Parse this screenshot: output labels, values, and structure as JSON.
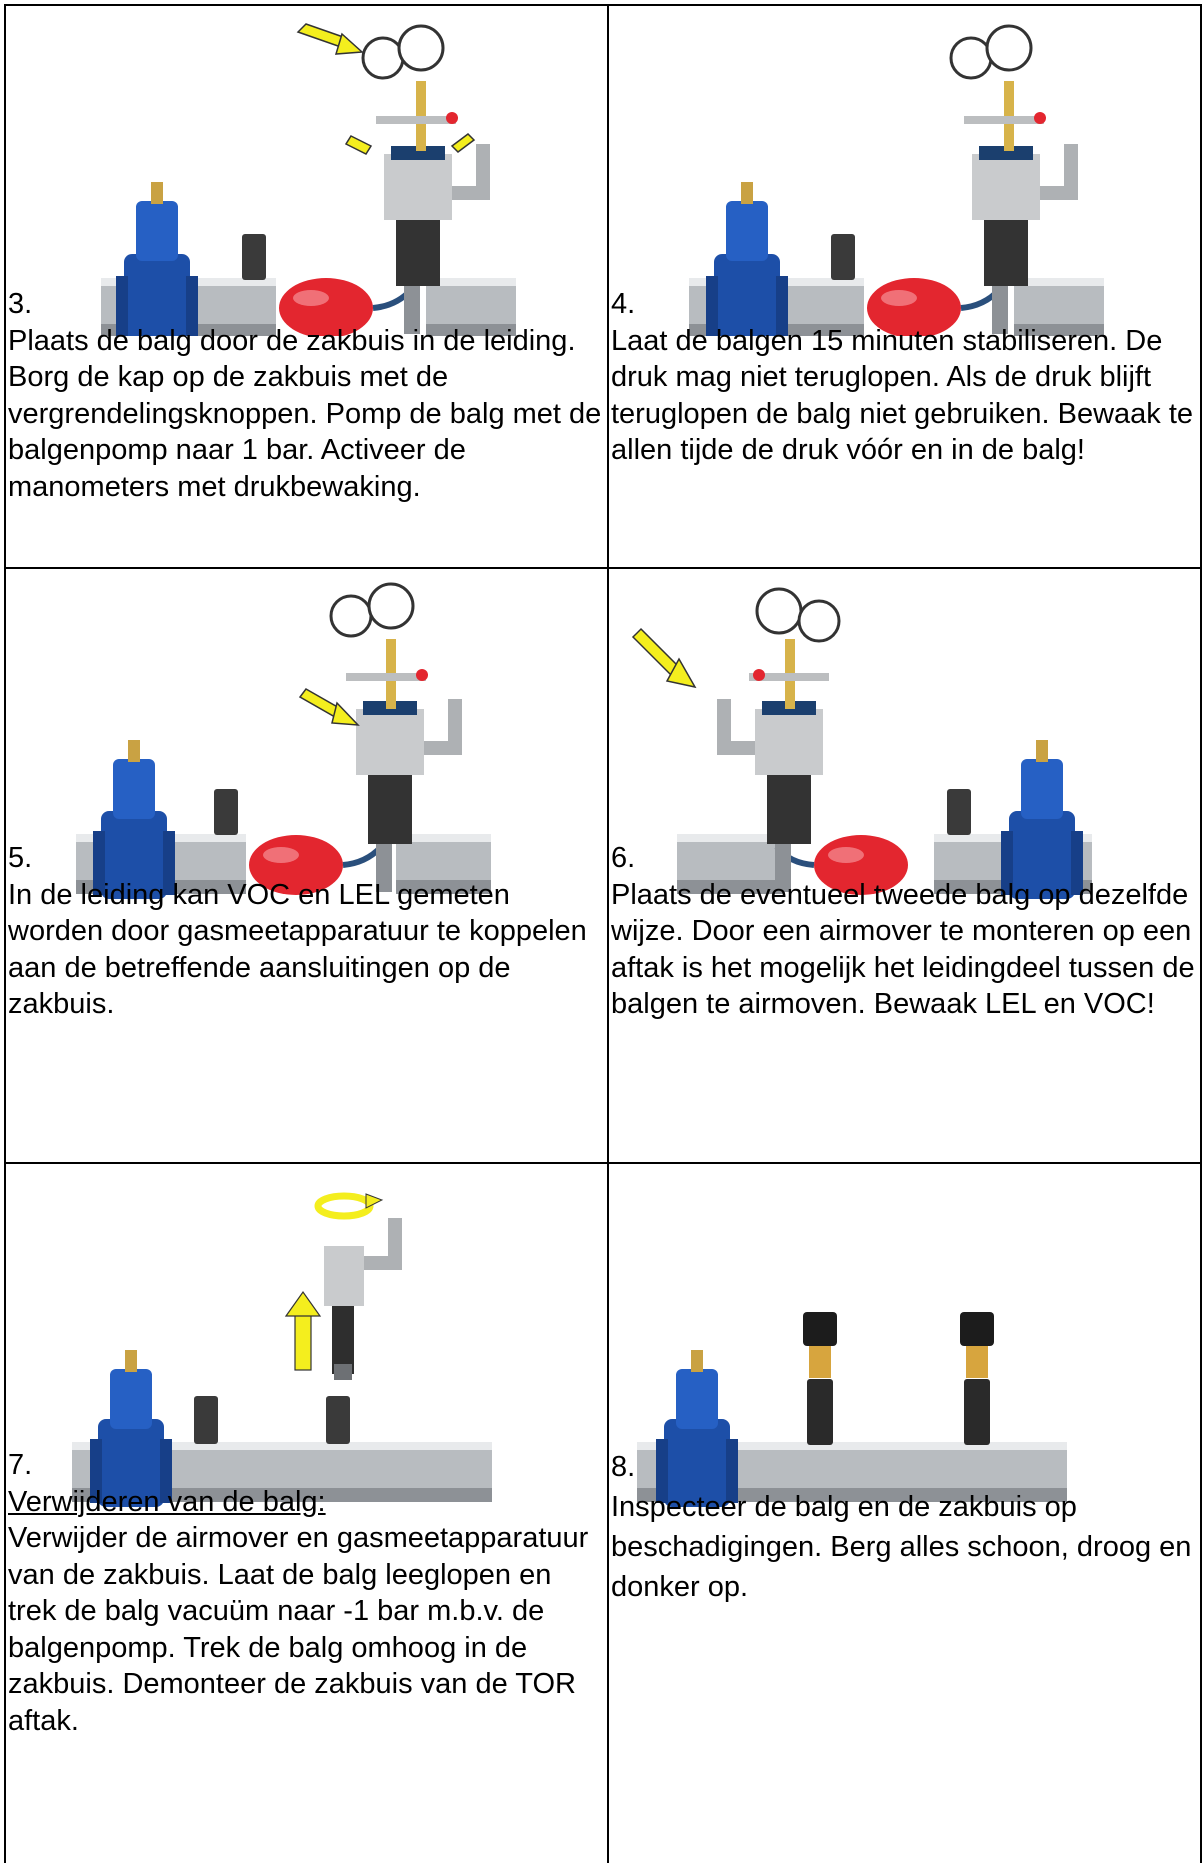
{
  "steps": [
    {
      "num": "3.",
      "text": "Plaats de balg door de zakbuis in de leiding. Borg de kap op de zakbuis met de vergrendelingsknoppen. Pomp de balg met de balgenpomp naar 1 bar. Activeer de manometers met drukbewaking."
    },
    {
      "num": "4.",
      "text": "Laat de balgen 15 minuten stabiliseren. De druk mag niet teruglopen. Als de druk blijft teruglopen de balg niet gebruiken. Bewaak te allen tijde de druk vóór en in de balg!"
    },
    {
      "num": "5.",
      "text": "In de leiding kan VOC en LEL gemeten worden door gasmeetapparatuur te koppelen aan de betreffende aansluitingen op de zakbuis."
    },
    {
      "num": "6.",
      "text": "Plaats de eventueel tweede balg op dezelfde wijze. Door een airmover te monteren op een aftak is het mogelijk het leidingdeel tussen de balgen te airmoven. Bewaak LEL en VOC!"
    },
    {
      "num": "7.",
      "heading": "Verwijderen van de balg:",
      "text": "Verwijder de airmover en gasmeetapparatuur van de zakbuis. Laat de balg leeglopen en trek de balg vacuüm naar -1 bar m.b.v. de balgenpomp. Trek de balg omhoog in de zakbuis. Demonteer de zakbuis van de TOR aftak."
    },
    {
      "num": "8.",
      "text": "Inspecteer de balg en de zakbuis op beschadigingen. Berg alles schoon, droog en donker op."
    }
  ],
  "colors": {
    "valve_blue": "#1d4fa8",
    "pipe_gray": "#b8bcc0",
    "balloon_red": "#e3262f",
    "arrow_yellow": "#f4ee1e",
    "grid_line": "#000000"
  }
}
